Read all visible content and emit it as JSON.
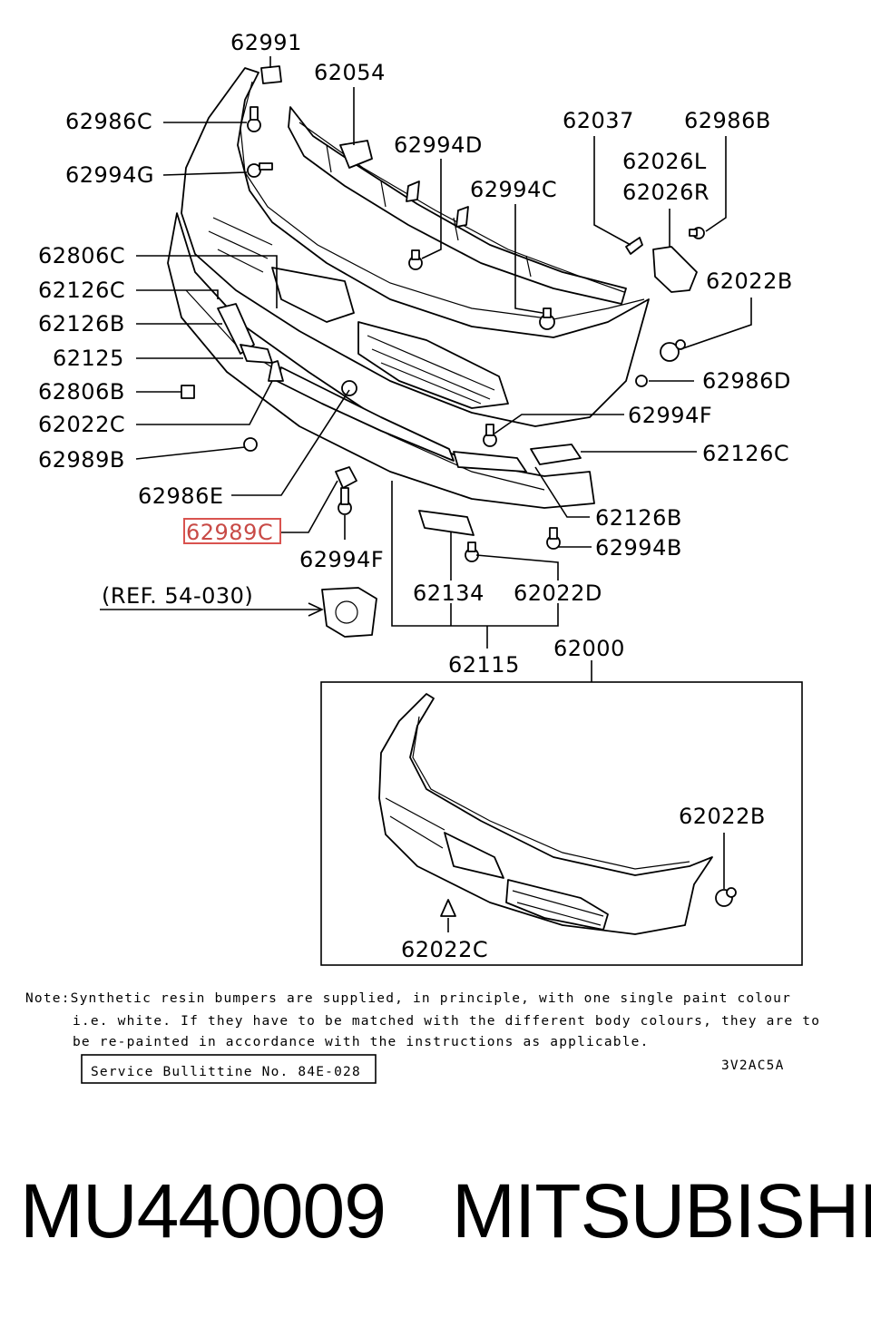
{
  "labels": {
    "p62991": "62991",
    "p62054": "62054",
    "p62986C": "62986C",
    "p62994G": "62994G",
    "p62994D": "62994D",
    "p62037": "62037",
    "p62986B": "62986B",
    "p62026L": "62026L",
    "p62026R": "62026R",
    "p62994C": "62994C",
    "p62806C": "62806C",
    "p62126C_left": "62126C",
    "p62126B_left": "62126B",
    "p62125": "62125",
    "p62806B": "62806B",
    "p62022C": "62022C",
    "p62989B": "62989B",
    "p62986E": "62986E",
    "p62989C": "62989C",
    "p62994F_left": "62994F",
    "p62022B": "62022B",
    "p62986D": "62986D",
    "p62994F_right": "62994F",
    "p62126C_right": "62126C",
    "p62126B_right": "62126B",
    "p62994B": "62994B",
    "p62134": "62134",
    "p62022D": "62022D",
    "ref": "(REF. 54-030)",
    "p62115": "62115",
    "p62000": "62000",
    "inset_62022B": "62022B",
    "inset_62022C": "62022C"
  },
  "note": {
    "line1": "Note:Synthetic resin bumpers are supplied, in principle, with one single paint colour",
    "line2": "i.e. white. If they have to be matched with the different body colours, they are to",
    "line3": "be re-painted in accordance with the instructions as applicable."
  },
  "service_bulletin": "Service Bullittine No. 84E-028",
  "diagram_code": "3V2AC5A",
  "footer": {
    "part_number": "MU440009",
    "brand": "MITSUBISHI"
  },
  "highlight_color": "#d9534f"
}
